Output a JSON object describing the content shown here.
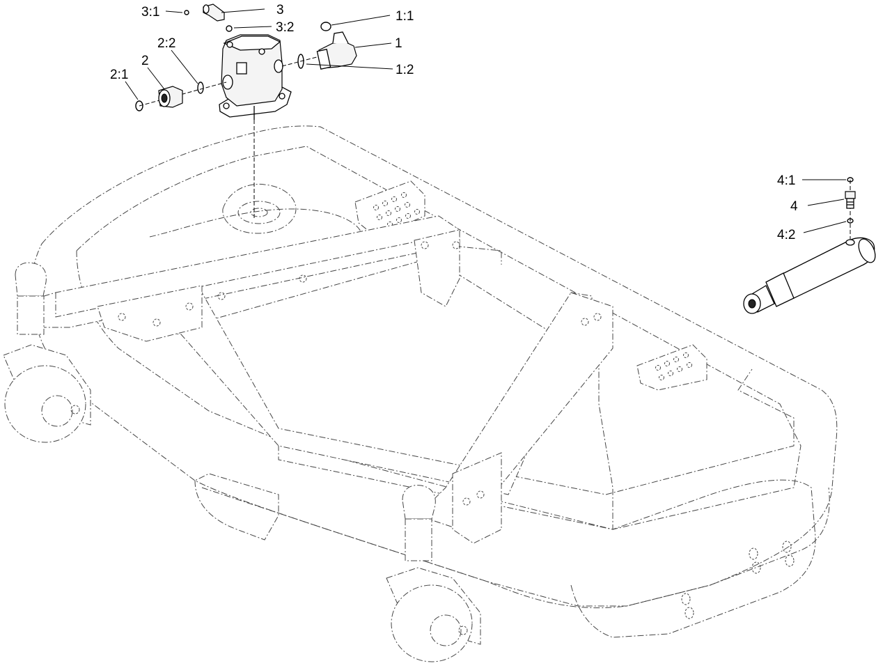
{
  "callouts": [
    {
      "id": "c-1",
      "label": "1"
    },
    {
      "id": "c-1-1",
      "label": "1:1"
    },
    {
      "id": "c-1-2",
      "label": "1:2"
    },
    {
      "id": "c-2",
      "label": "2"
    },
    {
      "id": "c-2-1",
      "label": "2:1"
    },
    {
      "id": "c-2-2",
      "label": "2:2"
    },
    {
      "id": "c-3",
      "label": "3"
    },
    {
      "id": "c-3-1",
      "label": "3:1"
    },
    {
      "id": "c-3-2",
      "label": "3:2"
    },
    {
      "id": "c-4",
      "label": "4"
    },
    {
      "id": "c-4-1",
      "label": "4:1"
    },
    {
      "id": "c-4-2",
      "label": "4:2"
    }
  ],
  "style": {
    "line_color": "#000000",
    "phantom_color": "#444444",
    "background": "#ffffff"
  }
}
